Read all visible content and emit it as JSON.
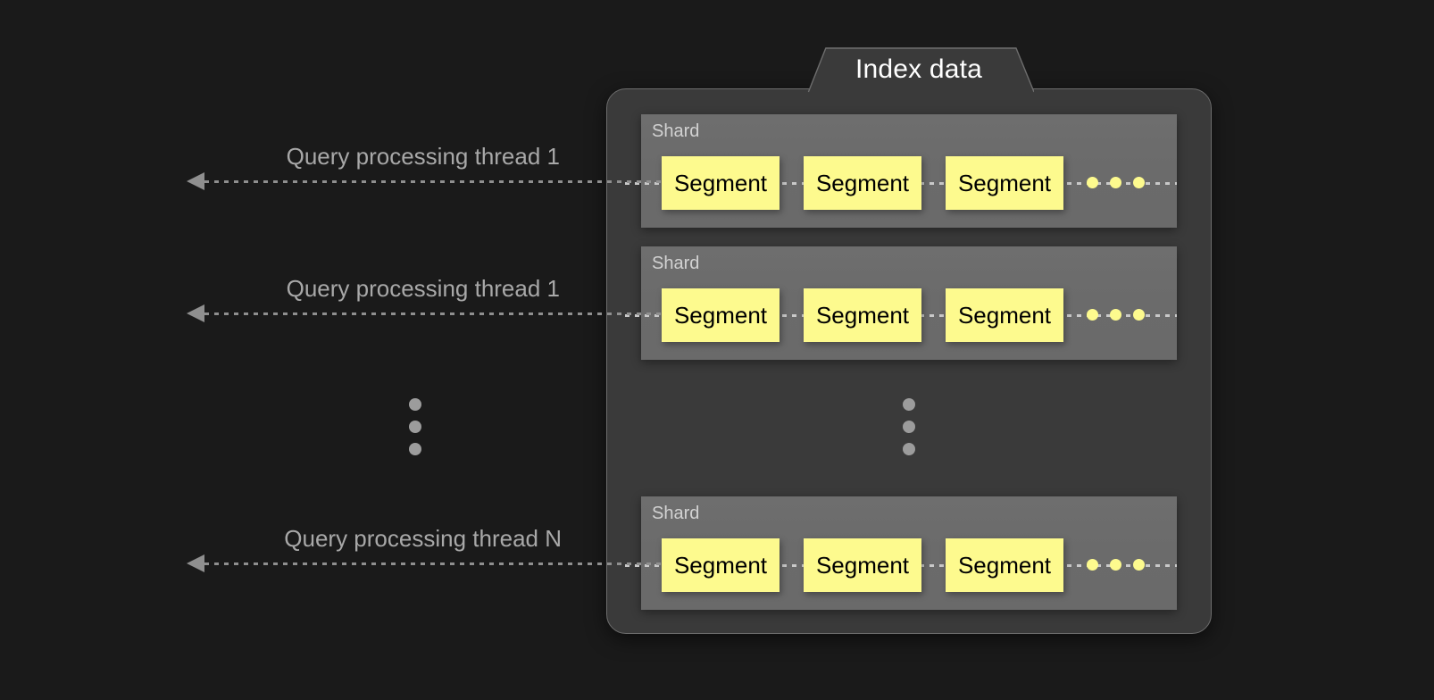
{
  "diagram": {
    "title": "Index data",
    "background_color": "#1a1a1a",
    "panel_color": "#3a3a3a",
    "shard_color": "#6b6b6b",
    "segment_color": "#fdfa8e",
    "segment_text_color": "#000000",
    "thread_color": "#8f8f8f",
    "label_color": "#a8a8a8"
  },
  "threads": [
    {
      "label": "Query processing thread 1"
    },
    {
      "label": "Query processing thread 1"
    },
    {
      "label": "Query processing thread N"
    }
  ],
  "shards": [
    {
      "label": "Shard",
      "segments": [
        {
          "label": "Segment"
        },
        {
          "label": "Segment"
        },
        {
          "label": "Segment"
        }
      ],
      "continuation": "more-segments-ellipsis"
    },
    {
      "label": "Shard",
      "segments": [
        {
          "label": "Segment"
        },
        {
          "label": "Segment"
        },
        {
          "label": "Segment"
        }
      ],
      "continuation": "more-segments-ellipsis"
    },
    {
      "label": "Shard",
      "segments": [
        {
          "label": "Segment"
        },
        {
          "label": "Segment"
        },
        {
          "label": "Segment"
        }
      ],
      "continuation": "more-segments-ellipsis"
    }
  ],
  "ellipsis": {
    "threads_more": "more-threads-ellipsis",
    "shards_more": "more-shards-ellipsis"
  }
}
